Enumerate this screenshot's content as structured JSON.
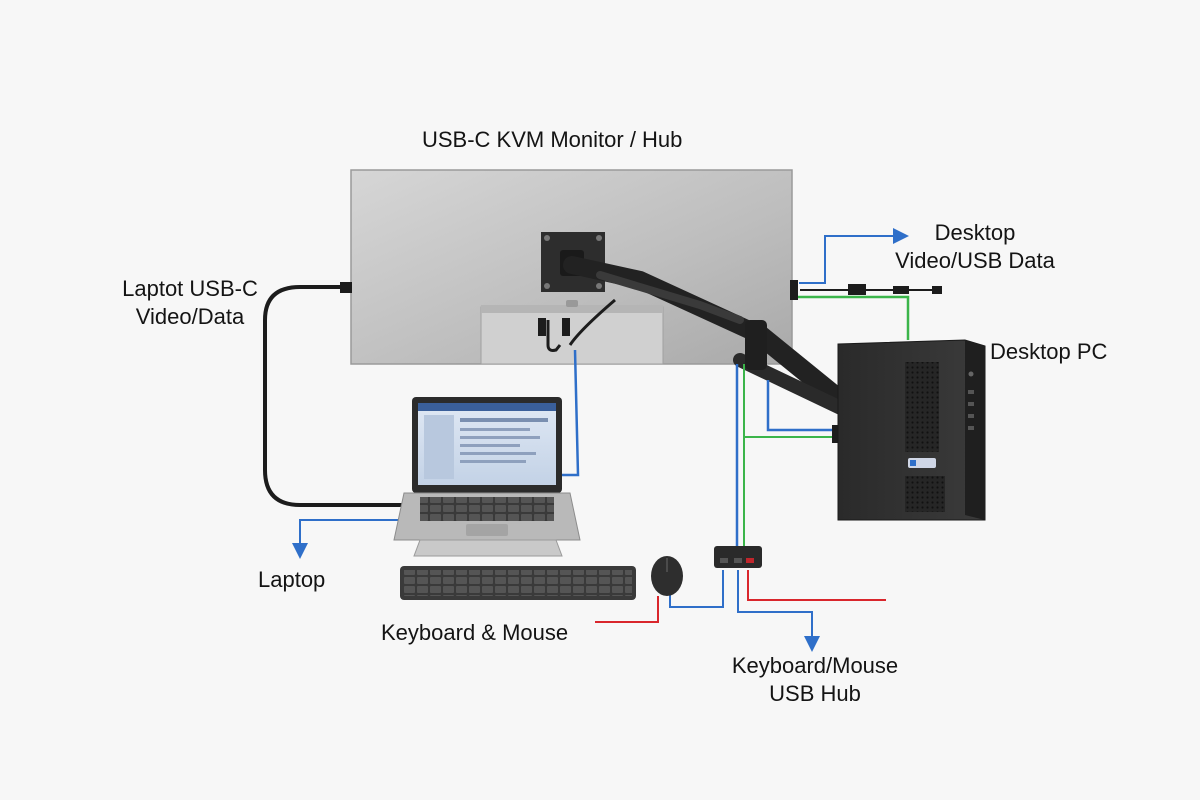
{
  "labels": {
    "title": "USB-C KVM Monitor / Hub",
    "laptop_cable_line1": "Laptot USB-C",
    "laptop_cable_line2": "Video/Data",
    "desktop_cable_line1": "Desktop",
    "desktop_cable_line2": "Video/USB Data",
    "desktop_pc": "Desktop PC",
    "laptop": "Laptop",
    "keyboard_mouse": "Keyboard & Mouse",
    "hub_line1": "Keyboard/Mouse",
    "hub_line2": "USB Hub"
  },
  "colors": {
    "blue_cable": "#2f6fc9",
    "green_cable": "#3bb54a",
    "red_cable": "#d9262c",
    "black_cable": "#1c1c1c",
    "monitor_back": "#c4c4c4",
    "background": "#f7f7f7"
  }
}
